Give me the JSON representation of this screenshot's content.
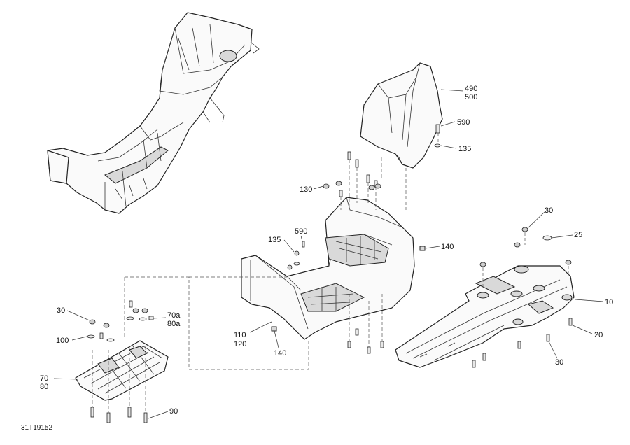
{
  "figure_id": "31T19152",
  "callouts": {
    "c490": "490",
    "c500": "500",
    "c590_top": "590",
    "c135_top": "135",
    "c130": "130",
    "c135_mid": "135",
    "c590_mid": "590",
    "c140_right": "140",
    "c30_top": "30",
    "c25": "25",
    "c10": "10",
    "c20": "20",
    "c30_bottom": "30",
    "c110": "110",
    "c120": "120",
    "c140_bottom": "140",
    "c30_left": "30",
    "c100": "100",
    "c70a": "70a",
    "c80a": "80a",
    "c70": "70",
    "c80": "80",
    "c90": "90"
  }
}
